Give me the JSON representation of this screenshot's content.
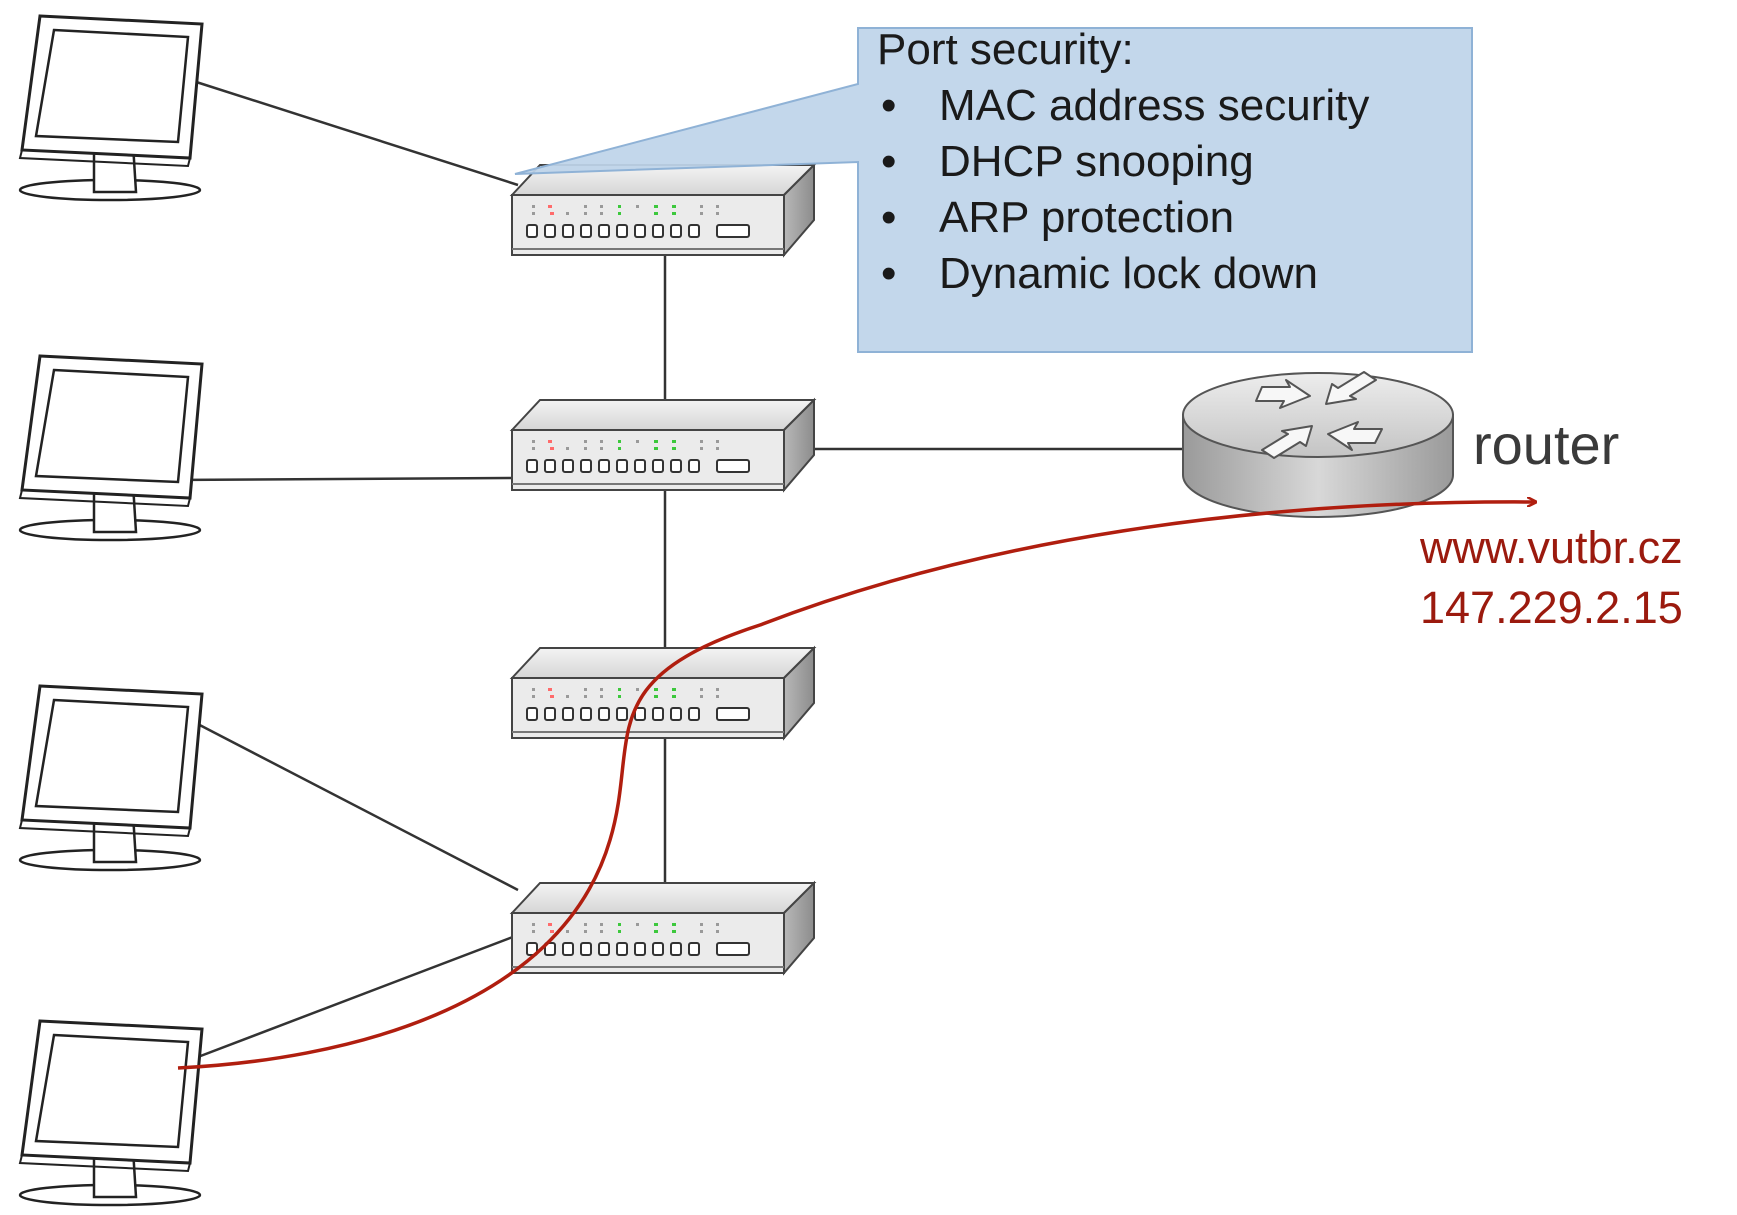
{
  "callout": {
    "title": "Port security:",
    "items": [
      "MAC address security",
      "DHCP snooping",
      "ARP protection",
      "Dynamic lock down"
    ]
  },
  "router": {
    "label": "router"
  },
  "destination": {
    "host": "www.vutbr.cz",
    "ip": "147.229.2.15"
  },
  "colors": {
    "callout_fill": "#bed4ea",
    "callout_border": "#8fb2d6",
    "path": "#b01e0f",
    "destination_text": "#9b1a0e",
    "led_red": "#ff6b6b",
    "led_green": "#3cc83c"
  },
  "icons": {
    "computer": "monitor-icon",
    "switch": "network-switch-icon",
    "router": "router-icon"
  }
}
